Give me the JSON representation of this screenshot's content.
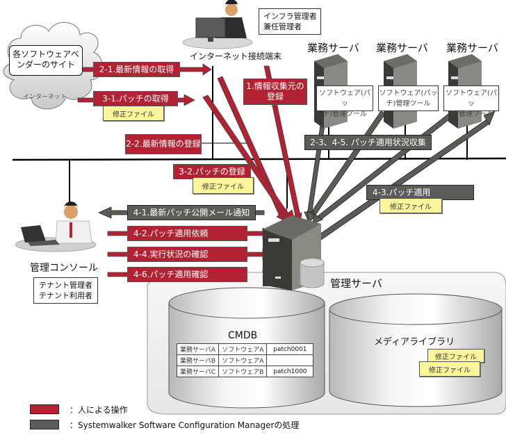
{
  "colors": {
    "human_operation": "#b22232",
    "system_process": "#5b5b58",
    "note": "#fbf59b"
  },
  "vendor_site": {
    "title_line1": "各ソフトウェアベ",
    "title_line2": "ンダーのサイト",
    "cloud_label": "インターネット"
  },
  "internet_terminal": {
    "label": "インターネット接続端末",
    "role_line1": "インフラ管理者",
    "role_line2": "兼任管理者"
  },
  "business_servers": [
    {
      "title": "業務サーバ",
      "tool_line1": "ソフトウェア(パッ",
      "tool_line2": "チ)管理ツール"
    },
    {
      "title": "業務サーバ",
      "tool_line1": "ソフトウェア(パッ",
      "tool_line2": "チ)管理ツール"
    },
    {
      "title": "業務サーバ",
      "tool_line1": "ソフトウェア(パッ",
      "tool_line2": "チ)管理ツール"
    }
  ],
  "console": {
    "label": "管理コンソール",
    "role_line1": "テナント管理者",
    "role_line2": "テナント利用者"
  },
  "steps": {
    "s2_1": "2-1.最新情報の取得",
    "s3_1": "3-1.パッチの取得",
    "s1_line1": "1.情報収集元の",
    "s1_line2": "登録",
    "s2_2": "2-2.最新情報の登録",
    "s3_2": "3-2.パッチの登録",
    "s2_3": "2-3、4-5. パッチ適用状況収集",
    "s4_3": "4-3.パッチ適用",
    "s4_1": "4-1.最新パッチ公開メール通知",
    "s4_2": "4-2.パッチ適用依頼",
    "s4_4": "4-4.実行状況の確認",
    "s4_6": "4-6.パッチ適用確認"
  },
  "fix_file": "修正ファイル",
  "management_server": {
    "label": "管理サーバ",
    "cmdb": {
      "title": "CMDB",
      "rows": [
        [
          "業務サーバA",
          "ソフトウェアA",
          "patch0001"
        ],
        [
          "業務サーバB",
          "ソフトウェアA",
          ""
        ],
        [
          "業務サーバC",
          "ソフトウェアB",
          "patch1000"
        ]
      ]
    },
    "media_library": {
      "title": "メディアライブラリ",
      "files": [
        "修正ファイル",
        "修正ファイル"
      ]
    }
  },
  "legend": [
    {
      "label": "：人による操作",
      "type": "human_operation"
    },
    {
      "label": "：Systemwalker Software Configuration Managerの処理",
      "type": "system_process"
    }
  ]
}
